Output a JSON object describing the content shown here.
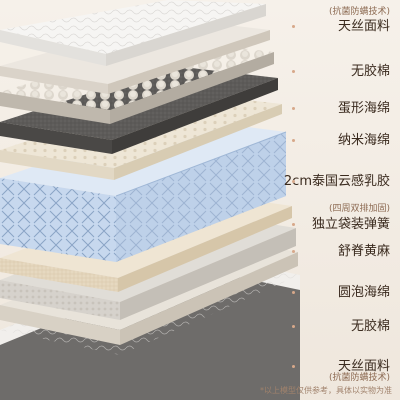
{
  "layers": [
    {
      "key": "top_fabric",
      "label": "天丝面料",
      "sub": "(抗菌防螨技术)"
    },
    {
      "key": "glue_free_top",
      "label": "无胶棉"
    },
    {
      "key": "egg_foam",
      "label": "蛋形海绵"
    },
    {
      "key": "nano_foam",
      "label": "纳米海绵"
    },
    {
      "key": "latex",
      "label": "2cm泰国云感乳胶"
    },
    {
      "key": "pocket_springs",
      "label": "独立袋装弹簧",
      "sub": "(四周双排加固)"
    },
    {
      "key": "comfort_jute",
      "label": "舒脊黄麻"
    },
    {
      "key": "round_foam",
      "label": "圆泡海绵"
    },
    {
      "key": "glue_free_bottom",
      "label": "无胶棉"
    },
    {
      "key": "bottom_fabric",
      "label": "天丝面料",
      "sub": "(抗菌防螨技术)"
    }
  ],
  "footnote": "*以上模型仅供参考，具体以实物为准",
  "colors": {
    "fabric": "#f4f3f1",
    "cotton": "#e9e4dd",
    "egg": "#cfc8bd",
    "nano": "#5d5b59",
    "latex": "#eee6d6",
    "spring": "#bcd0e8",
    "jute": "#e6d8c0",
    "round": "#d6d2cc",
    "bottom_cotton": "#e8e3da",
    "base": "#6e6c6a"
  }
}
